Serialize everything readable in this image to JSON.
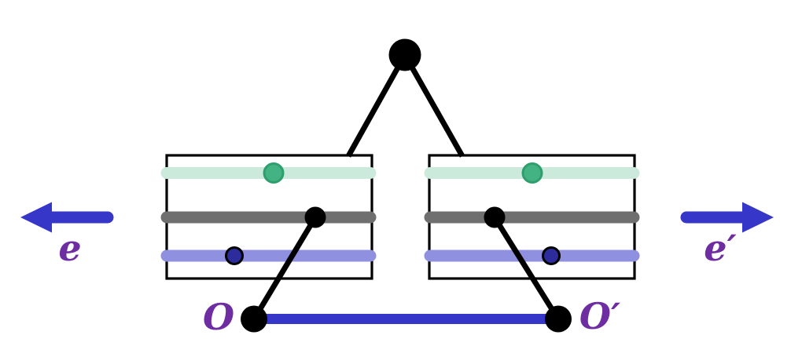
{
  "figure": {
    "description": "Two blocks of three colored levels joined to an apex node; origins O and O-prime joined by a blue segment; opposite horizontal axis arrows e and e-prime",
    "background": "#ffffff",
    "labels": {
      "axis_left": "e",
      "axis_right": "e′",
      "origin_left": "O",
      "origin_right": "O′"
    },
    "colors": {
      "black": "#000000",
      "blue": "#3636c9",
      "label_purple": "#6f2da2",
      "mint_bar": "#cbeadb",
      "green_dot": "#44b384",
      "green_dot_border": "#2f9e6d",
      "gray_bar": "#6f6f6f",
      "lavender_bar": "#9090e0",
      "navy_dot": "#2c2c9c"
    }
  }
}
